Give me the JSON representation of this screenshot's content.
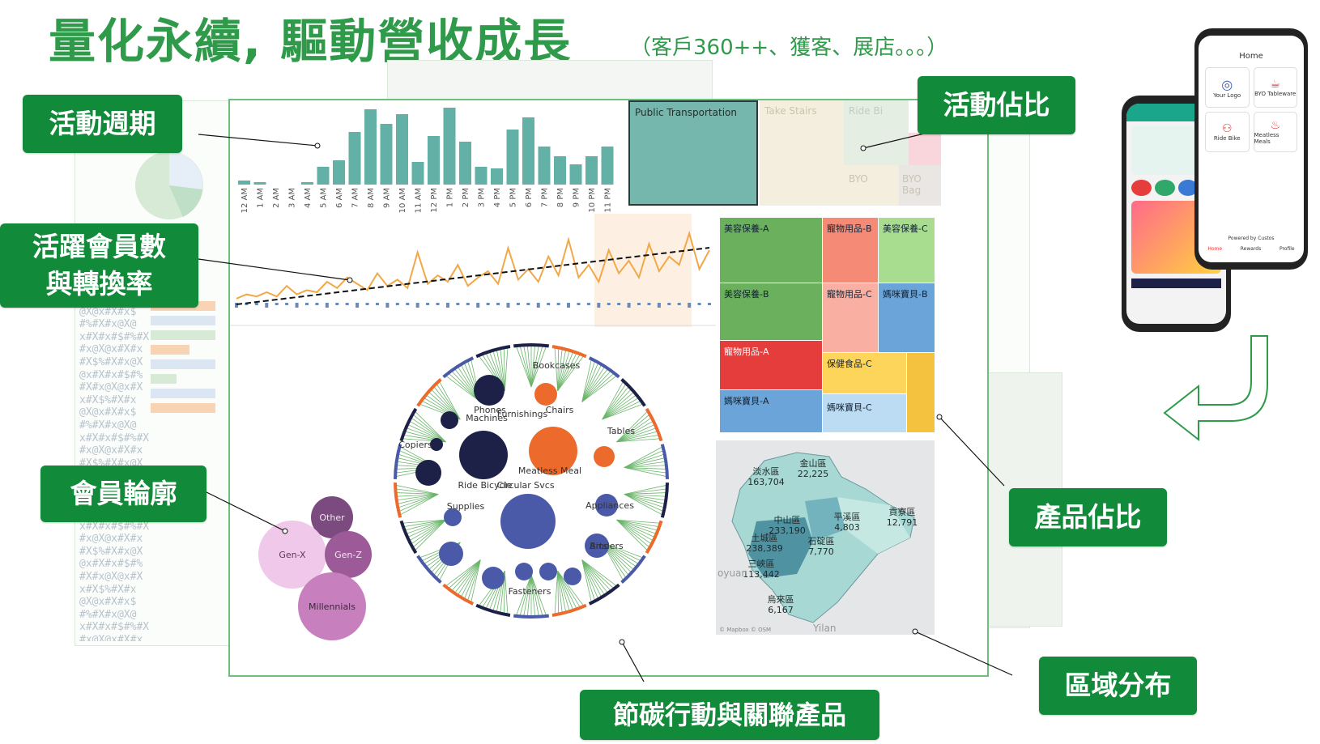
{
  "header": {
    "title": "量化永續, 驅動營收成長",
    "subtitle": "（客戶360++、獲客、展店。。。）"
  },
  "callouts": {
    "activity_cycle": "活動週期",
    "active_members": "活躍會員數\n與轉換率",
    "member_profile": "會員輪廓",
    "activity_share": "活動佔比",
    "product_share": "產品佔比",
    "region": "區域分布",
    "carbon": "節碳行動與關聯產品"
  },
  "colors": {
    "accent": "#118a39",
    "title": "#2f9a4a",
    "bars": "#63b0a6",
    "line": "#f2a848",
    "treemap_selected": "#75b7ad"
  },
  "chart_data": [
    {
      "type": "bar",
      "categories": [
        "12 AM",
        "1 AM",
        "2 AM",
        "3 AM",
        "4 AM",
        "5 AM",
        "6 AM",
        "7 AM",
        "8 AM",
        "9 AM",
        "10 AM",
        "11 AM",
        "12 PM",
        "1 PM",
        "2 PM",
        "3 PM",
        "4 PM",
        "5 PM",
        "6 PM",
        "7 PM",
        "8 PM",
        "9 PM",
        "10 PM",
        "11 PM"
      ],
      "values": [
        5,
        3,
        0,
        0,
        3,
        22,
        30,
        65,
        93,
        75,
        87,
        28,
        60,
        95,
        53,
        22,
        20,
        68,
        83,
        47,
        35,
        25,
        35,
        47
      ],
      "ylim": [
        0,
        100
      ]
    },
    {
      "type": "treemap",
      "labels": [
        "Public Transportation",
        "Take Stairs",
        "Ride Bi",
        "BYO",
        "BYO Bag"
      ]
    },
    {
      "type": "line",
      "x": [
        1,
        2,
        3,
        4,
        5,
        6,
        7,
        8,
        9,
        10,
        11,
        12,
        13,
        14,
        15,
        16,
        17,
        18,
        19,
        20,
        21,
        22,
        23,
        24,
        25,
        26,
        27,
        28,
        29,
        30,
        31,
        32,
        33,
        34,
        35,
        36,
        37,
        38,
        39,
        40,
        41,
        42,
        43,
        44,
        45,
        46,
        47,
        48
      ],
      "values": [
        2,
        4,
        3,
        5,
        3,
        8,
        4,
        6,
        5,
        10,
        7,
        12,
        9,
        6,
        14,
        8,
        11,
        7,
        24,
        9,
        13,
        10,
        18,
        8,
        12,
        15,
        9,
        26,
        11,
        16,
        10,
        22,
        13,
        30,
        12,
        18,
        10,
        25,
        14,
        20,
        12,
        28,
        15,
        22,
        18,
        33,
        16,
        25
      ],
      "trend": [
        0,
        30
      ]
    },
    {
      "type": "treemap",
      "labels": [
        "美容保養-A",
        "寵物用品-B",
        "美容保養-C",
        "美容保養-B",
        "寵物用品-C",
        "媽咪寶貝-B",
        "寵物用品-A",
        "保健食品-C",
        "媽咪寶貝-A",
        "媽咪寶貝-C"
      ]
    },
    {
      "type": "bubble",
      "labels": [
        "Other",
        "Gen-X",
        "Gen-Z",
        "Millennials"
      ]
    },
    {
      "type": "network",
      "labels": [
        "Bookcases",
        "Chairs",
        "Furnishings",
        "Phones",
        "Machines",
        "Tables",
        "Copiers",
        "Meatless Meal",
        "Ride Bicycle",
        "Circular Svcs",
        "Supplies",
        "Appliances",
        "Binders",
        "Arts",
        "Fasteners"
      ]
    },
    {
      "type": "map",
      "regions": [
        {
          "name": "淡水區",
          "value": "163,704"
        },
        {
          "name": "金山區",
          "value": "22,225"
        },
        {
          "name": "中山區",
          "value": "233,190"
        },
        {
          "name": "平溪區",
          "value": "4,803"
        },
        {
          "name": "貢寮區",
          "value": "12,791"
        },
        {
          "name": "土城區",
          "value": "238,389"
        },
        {
          "name": "石碇區",
          "value": "7,770"
        },
        {
          "name": "三峽區",
          "value": "113,442"
        },
        {
          "name": "烏來區",
          "value": "6,167"
        }
      ],
      "map_labels": [
        "Yilan",
        "oyuan",
        "© Mapbox © OSM"
      ]
    }
  ],
  "garble_text": [
    "#x#$%#X#x",
    "@X@x#X#x$",
    "#%#X#x@X@",
    "x#X#x#$#%#X",
    "#x@X@x#X#x",
    "#X$%#X#x@X",
    "@x#X#x#$#%",
    "#X#x@X@x#X",
    "x#X$%#X#x",
    "@X@x#X#x$",
    "#%#X#x@X@",
    "x#X#x#$#%#X",
    "#x@X@x#X#x",
    "#X$%#X#x@X",
    "@x#X#x#$#%"
  ],
  "phone": {
    "home_title": "Home",
    "tiles": [
      "Your Logo",
      "BYO Tableware",
      "Ride Bike",
      "Meatless Meals"
    ],
    "powered": "Powered by Custos",
    "nav": [
      "Home",
      "Rewards",
      "Profile"
    ]
  }
}
